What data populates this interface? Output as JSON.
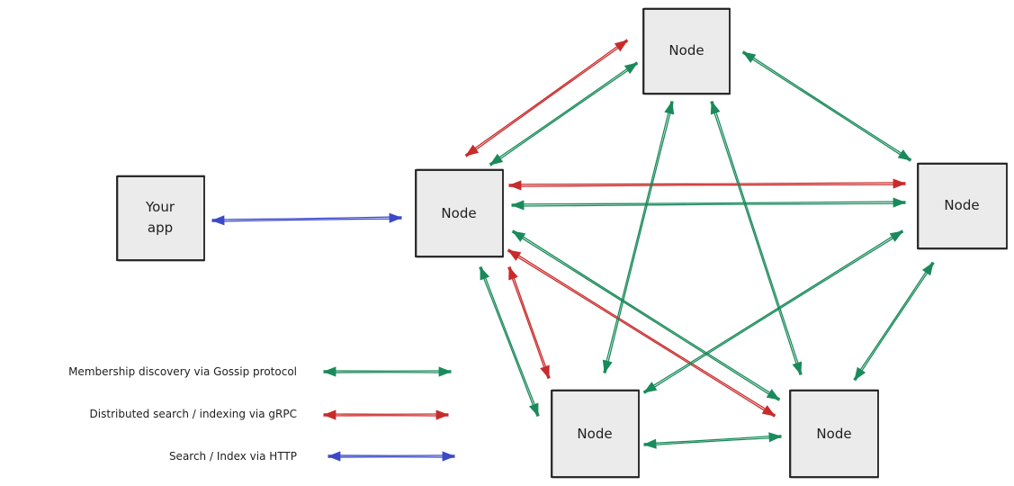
{
  "colors": {
    "gossip": "#1a8a5a",
    "grpc": "#c92a2a",
    "http": "#3b48c8"
  },
  "nodes": {
    "app": {
      "label_line1": "Your",
      "label_line2": "app"
    },
    "center": {
      "label": "Node"
    },
    "top": {
      "label": "Node"
    },
    "right": {
      "label": "Node"
    },
    "bottom_left": {
      "label": "Node"
    },
    "bottom_right": {
      "label": "Node"
    }
  },
  "legend": {
    "gossip": "Membership discovery via Gossip protocol",
    "grpc": "Distributed search / indexing via gRPC",
    "http": "Search / Index via HTTP"
  }
}
